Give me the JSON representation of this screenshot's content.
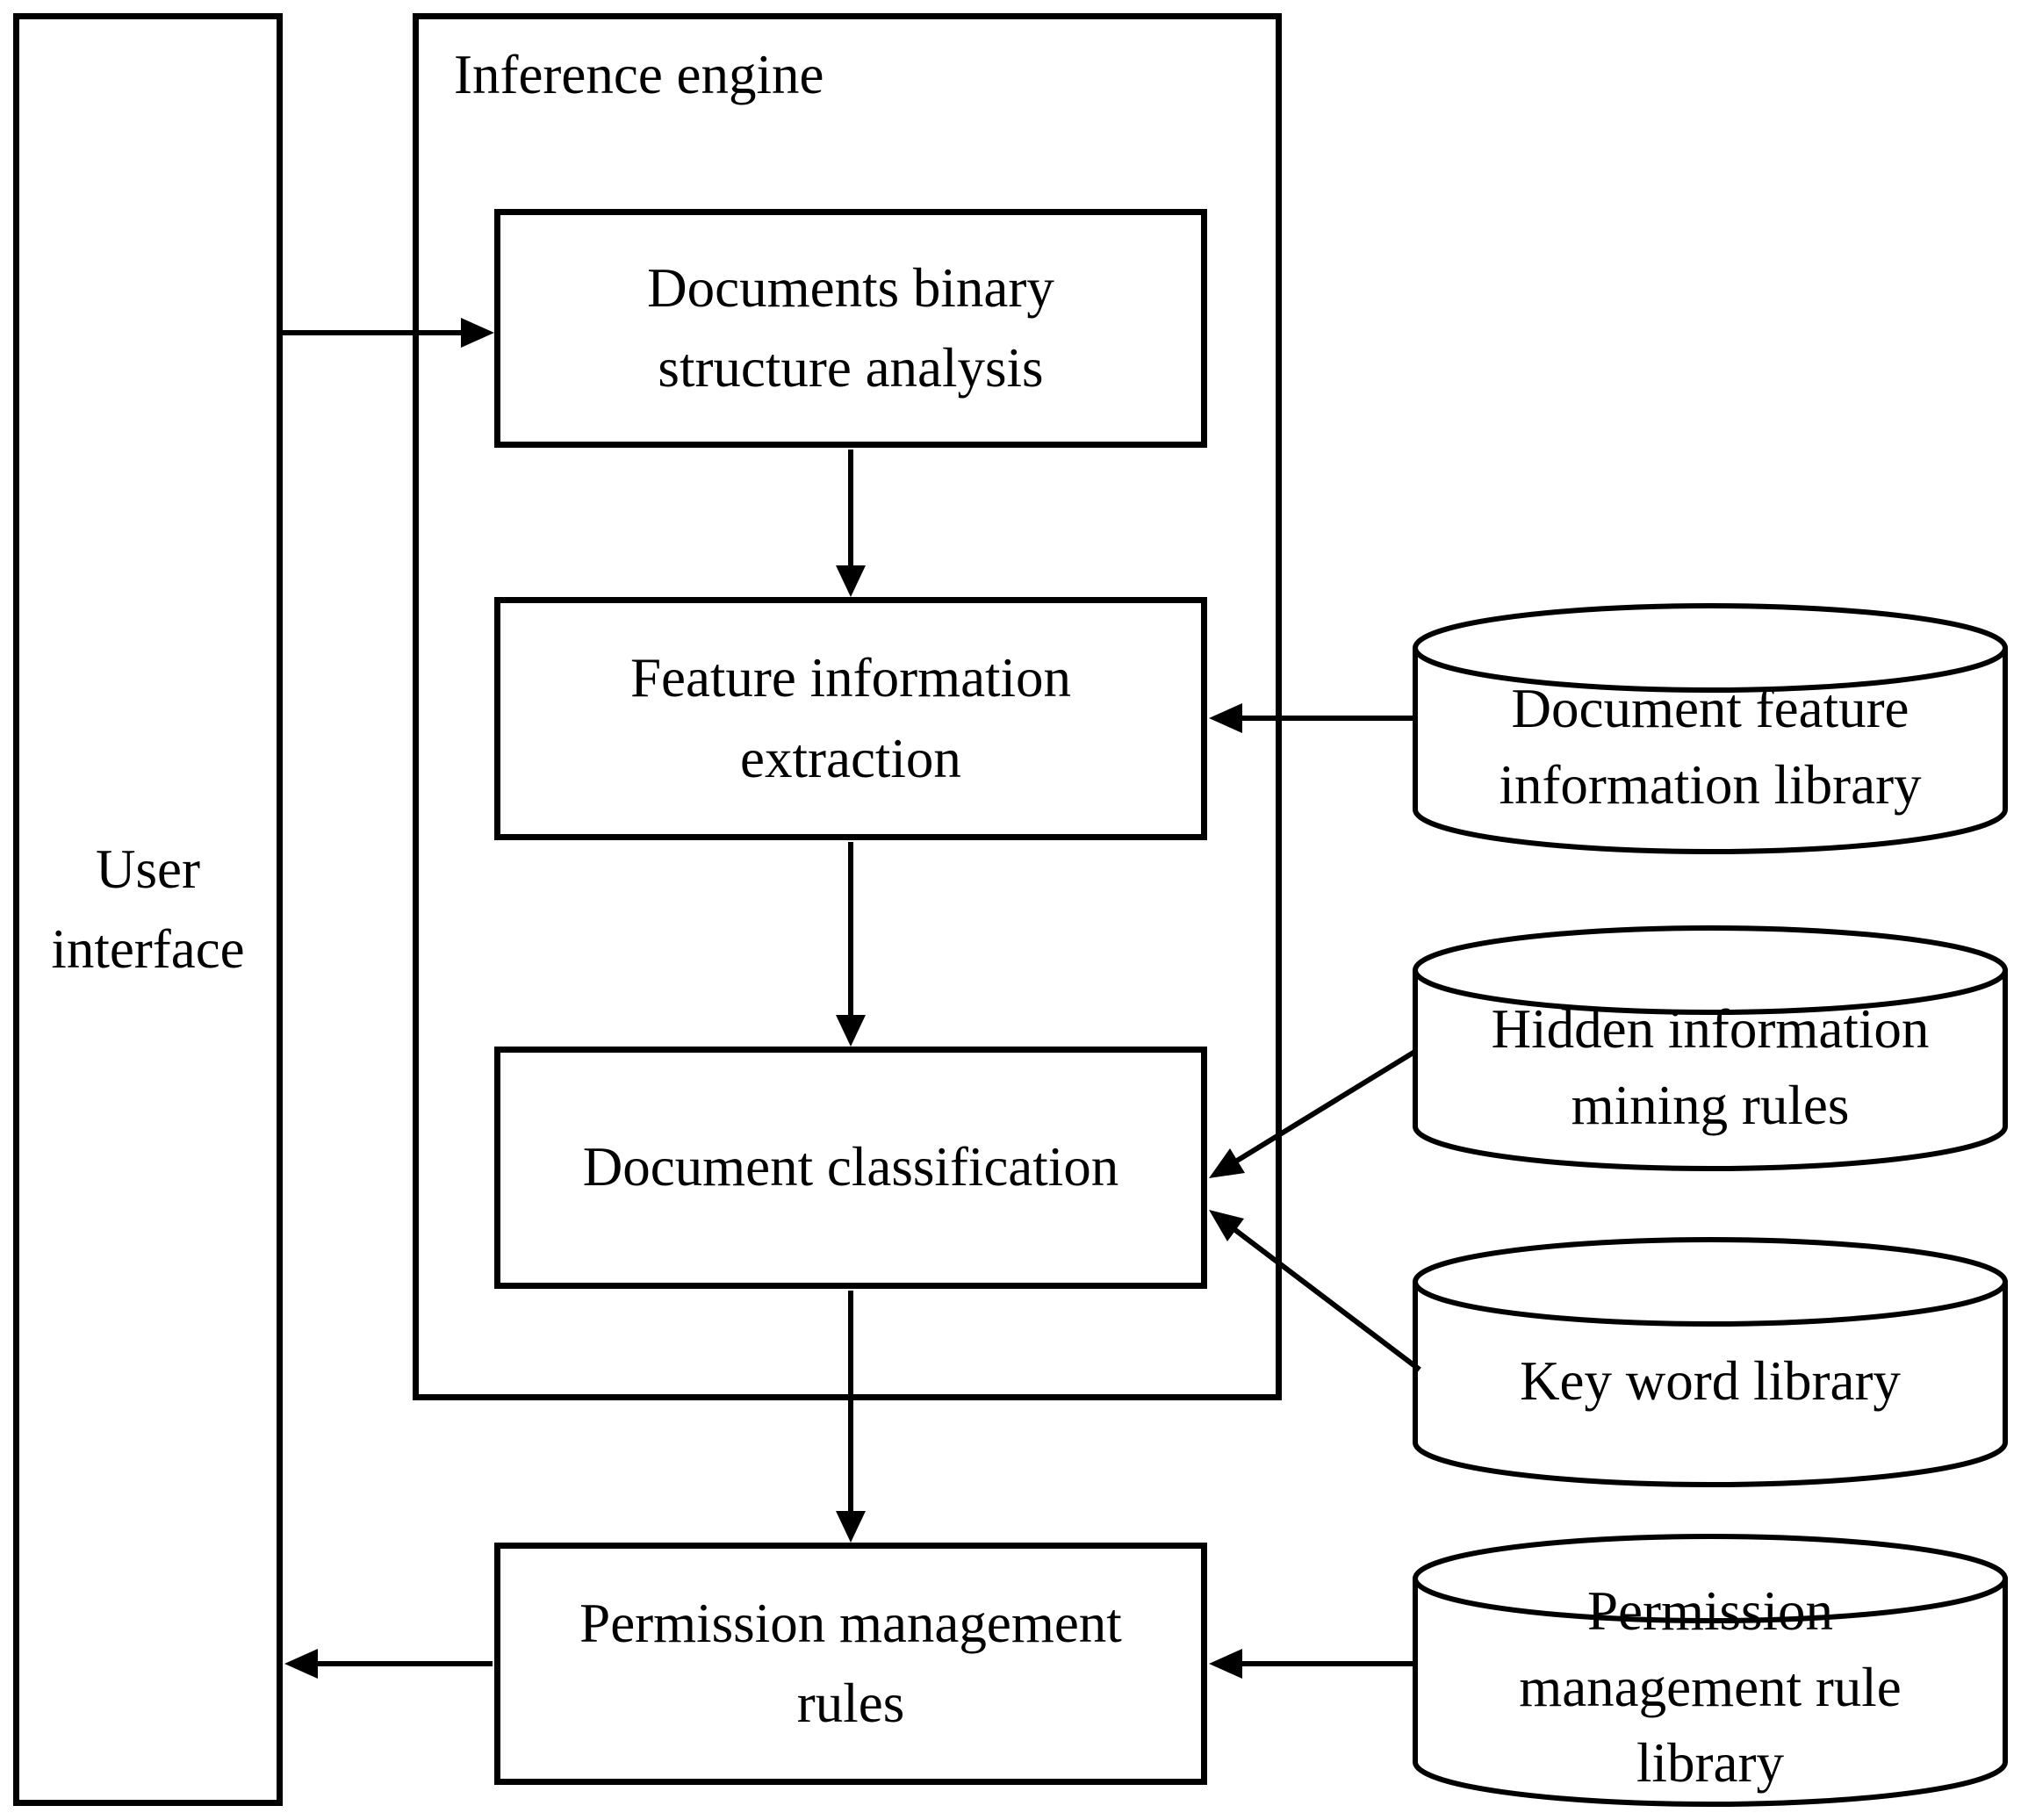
{
  "diagram": {
    "background_color": "#ffffff",
    "stroke_color": "#000000",
    "user_interface": {
      "label": "User\ninterface"
    },
    "inference_engine": {
      "label": "Inference engine"
    },
    "processes": [
      {
        "label": "Documents binary\nstructure analysis"
      },
      {
        "label": "Feature information\nextraction"
      },
      {
        "label": "Document classification"
      },
      {
        "label": "Permission management\nrules"
      }
    ],
    "datastores": [
      {
        "label": "Document feature\ninformation library"
      },
      {
        "label": "Hidden information\nmining rules"
      },
      {
        "label": "Key word library"
      },
      {
        "label": "Permission\nmanagement rule\nlibrary"
      }
    ]
  }
}
